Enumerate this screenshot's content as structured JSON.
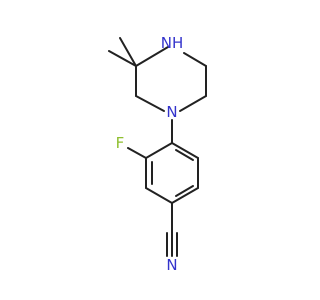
{
  "structure": {
    "atoms": {
      "amine_nh": {
        "text": "N",
        "sub": "H",
        "color": "#3333cc"
      },
      "amine_n": {
        "text": "N",
        "color": "#3333cc"
      },
      "fluorine": {
        "text": "F",
        "color": "#8fbf2f"
      },
      "nitrile_n": {
        "text": "N",
        "color": "#3333cc"
      }
    },
    "bond_color": "#222222"
  }
}
